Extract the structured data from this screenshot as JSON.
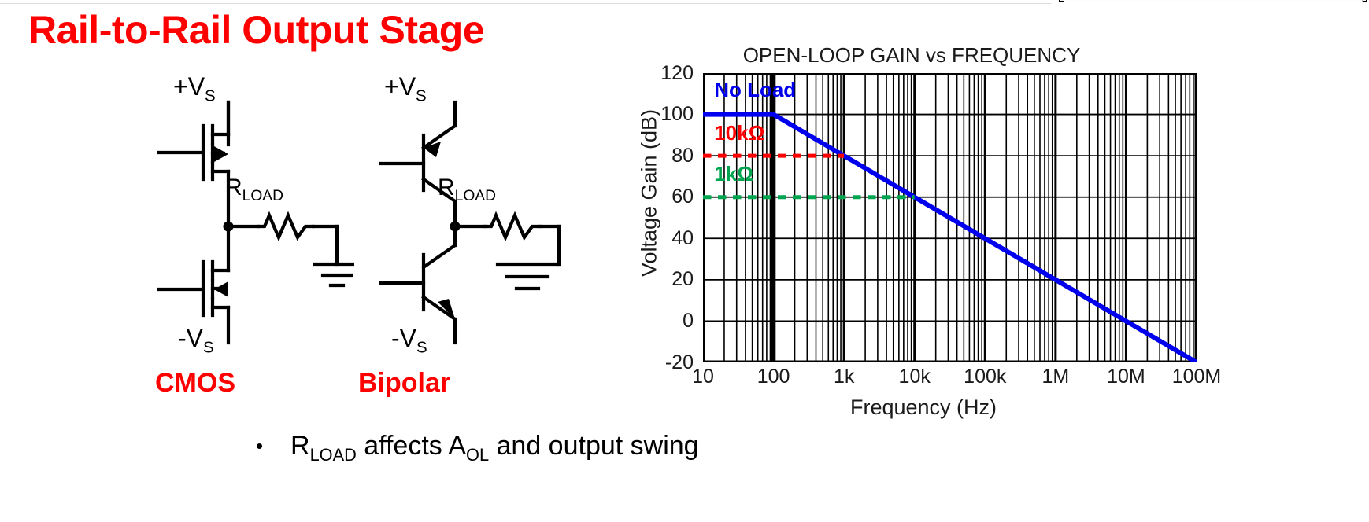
{
  "slide": {
    "title": "Rail-to-Rail Output Stage",
    "title_color": "#ff0000",
    "background": "#ffffff"
  },
  "circuits": [
    {
      "id": "cmos",
      "caption": "CMOS",
      "caption_color": "#ff0000",
      "top_rail_label": "+V",
      "top_rail_sub": "S",
      "bottom_rail_label": "-V",
      "bottom_rail_sub": "S",
      "load_label": "R",
      "load_sub": "LOAD",
      "device_type": "mosfet"
    },
    {
      "id": "bipolar",
      "caption": "Bipolar",
      "caption_color": "#ff0000",
      "top_rail_label": "+V",
      "top_rail_sub": "S",
      "bottom_rail_label": "-V",
      "bottom_rail_sub": "S",
      "load_label": "R",
      "load_sub": "LOAD",
      "device_type": "bjt"
    }
  ],
  "bullet": {
    "marker": "•",
    "pre": "R",
    "sub1": "LOAD",
    "mid": " affects A",
    "sub2": "OL",
    "post": " and output swing"
  },
  "chart_data": {
    "type": "line",
    "title": "OPEN-LOOP GAIN vs FREQUENCY",
    "xlabel": "Frequency (Hz)",
    "ylabel": "Voltage Gain (dB)",
    "xscale": "log",
    "xlim": [
      10,
      100000000
    ],
    "ylim": [
      -20,
      120
    ],
    "ytick_values": [
      120,
      100,
      80,
      60,
      40,
      20,
      0,
      -20
    ],
    "ytick_labels": [
      "120",
      "100",
      "80",
      "60",
      "40",
      "20",
      "0",
      "-20"
    ],
    "xtick_values": [
      10,
      100,
      1000,
      10000,
      100000,
      1000000,
      10000000,
      100000000
    ],
    "xtick_labels": [
      "10",
      "100",
      "1k",
      "10k",
      "100k",
      "1M",
      "10M",
      "100M"
    ],
    "grid": "log-minor-vertical-and-major-horizontal",
    "legend_position": "inline-annotations",
    "series": [
      {
        "name": "No Load",
        "color": "#0000ee",
        "style": "solid",
        "width": 6,
        "label_x_hz": 13,
        "label_y_db": 111,
        "points": [
          {
            "x": 10,
            "y": 100
          },
          {
            "x": 100,
            "y": 100
          },
          {
            "x": 100000000,
            "y": -20
          }
        ],
        "slope_db_per_decade": -20
      },
      {
        "name": "10kΩ",
        "color": "#ff0000",
        "style": "dashed",
        "width": 5,
        "label_x_hz": 13,
        "label_y_db": 90,
        "points": [
          {
            "x": 10,
            "y": 80
          },
          {
            "x": 1000,
            "y": 80
          }
        ]
      },
      {
        "name": "1kΩ",
        "color": "#00a550",
        "style": "dashed",
        "width": 5,
        "label_x_hz": 13,
        "label_y_db": 70,
        "points": [
          {
            "x": 10,
            "y": 60
          },
          {
            "x": 10000,
            "y": 60
          }
        ]
      }
    ],
    "emphasized_vertical_gridline_hz": 100
  }
}
